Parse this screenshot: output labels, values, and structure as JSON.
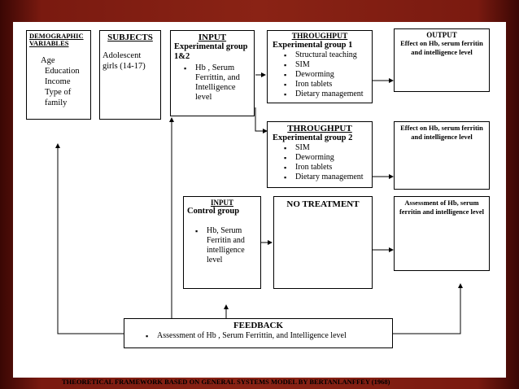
{
  "demographic": {
    "title": "DEMOGRAPHIC VARIABLES",
    "items": [
      "Age",
      "Education",
      "Income",
      "Type of family"
    ]
  },
  "subjects": {
    "title": "SUBJECTS",
    "text": "Adolescent girls (14-17)"
  },
  "input1": {
    "title": "INPUT",
    "group": "Experimental group 1&2",
    "items": [
      "Hb , Serum Ferrittin, and Intelligence level"
    ]
  },
  "throughput1": {
    "title": "THROUGHPUT",
    "group": "Experimental group 1",
    "items": [
      "Structural teaching",
      "SIM",
      "Deworming",
      "Iron tablets",
      "Dietary management"
    ]
  },
  "output": {
    "title": "OUTPUT",
    "text": "Effect on Hb, serum ferritin and intelligence level"
  },
  "throughput2": {
    "title": "THROUGHPUT",
    "group": "Experimental group 2",
    "items": [
      "SIM",
      "Deworming",
      "Iron tablets",
      "Dietary management"
    ]
  },
  "effect2": {
    "text": "Effect on Hb, serum ferritin and intelligence level"
  },
  "input_control": {
    "title": "INPUT",
    "group": "Control group",
    "items": [
      "Hb, Serum Ferritin and intelligence level"
    ]
  },
  "no_treatment": {
    "title": "NO TREATMENT"
  },
  "assessment": {
    "text": "Assessment of Hb, serum ferritin and intelligence level"
  },
  "feedback": {
    "title": "FEEDBACK",
    "items": [
      "Assessment of Hb , Serum Ferrittin, and Intelligence level"
    ]
  },
  "caption": "THEORETICAL FRAMEWORK BASED ON GENERAL SYSTEMS MODEL BY BERTANLANFFEY (1968)"
}
